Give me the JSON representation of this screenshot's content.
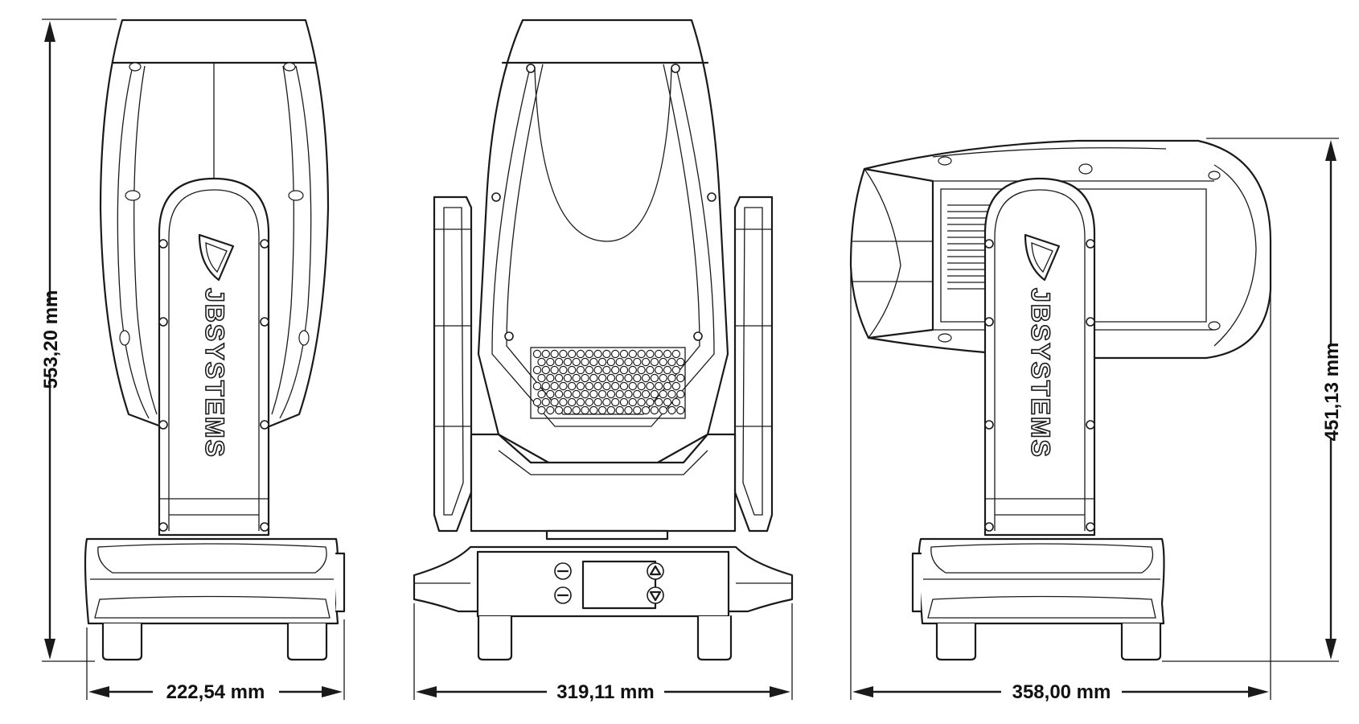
{
  "brand": {
    "wordmark": "JBSYSTEMS",
    "logo_icon": "jb-systems-shield-logo"
  },
  "dimensions": {
    "front_height": "553,20 mm",
    "front_width": "222,54 mm",
    "side_width": "319,11 mm",
    "tilted_width": "358,00 mm",
    "tilted_height": "451,13 mm"
  },
  "control_panel": {
    "buttons": [
      "minus-button-icon",
      "up-triangle-button-icon",
      "minus-button-icon",
      "down-triangle-button-icon"
    ],
    "display": "lcd-display"
  },
  "colors": {
    "line": "#1a1a1a",
    "background": "#ffffff"
  }
}
